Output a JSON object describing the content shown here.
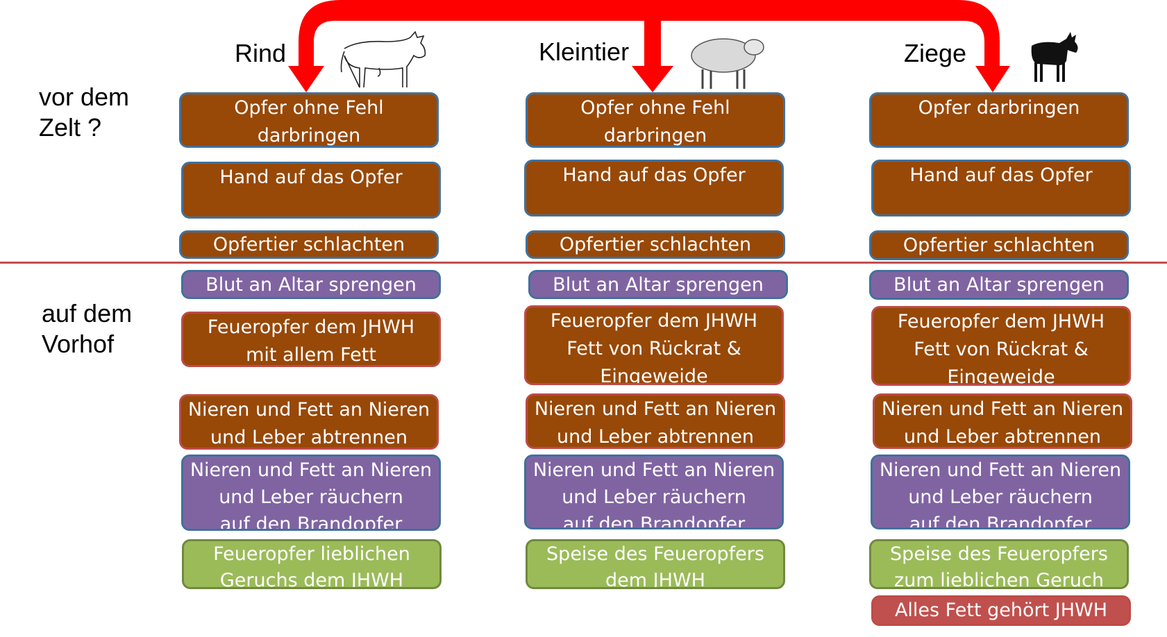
{
  "sections": {
    "top": "vor dem\nZelt ?",
    "bottom": "auf dem\nVorhof"
  },
  "columns": [
    {
      "title": "Rind",
      "icon": "cow-icon",
      "boxes": [
        "Opfer ohne Fehl\ndarbringen",
        "Hand auf das Opfer",
        "Opfertier schlachten",
        "Blut an Altar sprengen",
        "Feueropfer dem JHWH\nmit allem Fett",
        "Nieren und Fett an Nieren\nund Leber abtrennen",
        "Nieren und Fett an Nieren\nund Leber räuchern\nauf den Brandopfer",
        "Feueropfer lieblichen\nGeruchs dem JHWH"
      ]
    },
    {
      "title": "Kleintier",
      "icon": "sheep-icon",
      "boxes": [
        "Opfer ohne Fehl\ndarbringen",
        "Hand auf das Opfer",
        "Opfertier schlachten",
        "Blut an Altar sprengen",
        "Feueropfer dem JHWH\nFett von Rückrat &\nEingeweide",
        "Nieren und Fett an Nieren\nund Leber abtrennen",
        "Nieren und Fett an Nieren\nund Leber räuchern\nauf den Brandopfer",
        "Speise des Feueropfers\ndem JHWH"
      ]
    },
    {
      "title": "Ziege",
      "icon": "goat-icon",
      "boxes": [
        "Opfer darbringen",
        "Hand auf das Opfer",
        "Opfertier schlachten",
        "Blut an Altar sprengen",
        "Feueropfer dem JHWH\nFett von Rückrat &\nEingeweide",
        "Nieren und Fett an Nieren\nund Leber abtrennen",
        "Nieren und Fett an Nieren\nund Leber räuchern\nauf den Brandopfer",
        "Speise des Feueropfers\nzum lieblichen Geruch",
        "Alles Fett gehört JHWH"
      ]
    }
  ],
  "colors": {
    "brown": "#984807",
    "purple": "#8064a2",
    "green": "#9bbb59",
    "red": "#c0504d",
    "arrow": "#ff0000"
  }
}
